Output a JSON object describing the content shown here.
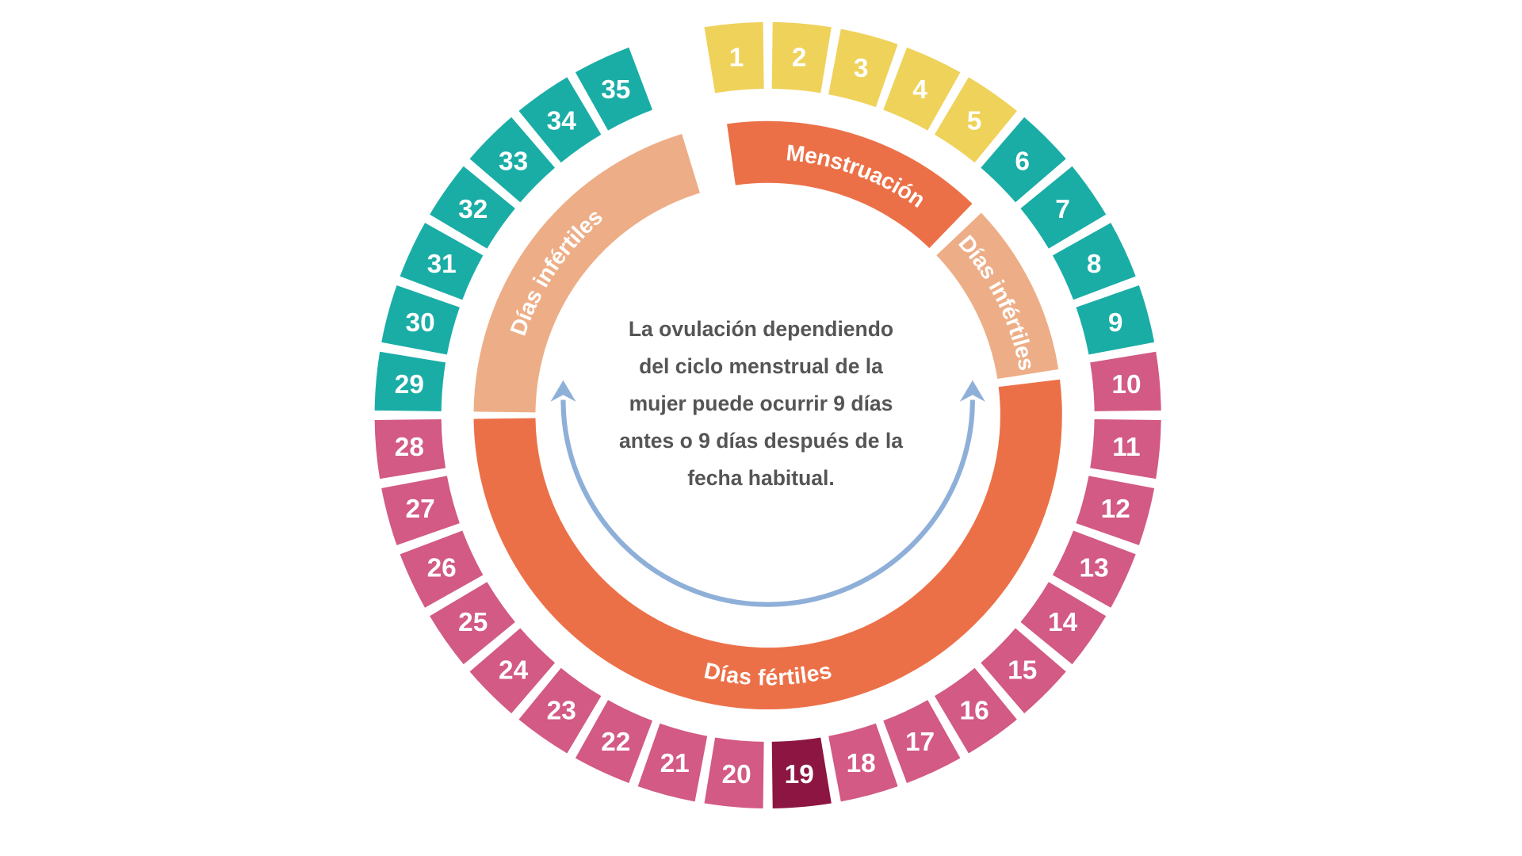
{
  "colors": {
    "menstrual": "#EFD25A",
    "infertile": "#1AADA6",
    "fertile": "#D25A84",
    "ovulation": "#8C1541",
    "phase_menstruation": "#EC7047",
    "phase_infertile": "#EDAE87",
    "phase_fertile": "#EC7047",
    "arrow": "#8EB0D8"
  },
  "days": [
    {
      "n": "1",
      "type": "menstrual"
    },
    {
      "n": "2",
      "type": "menstrual"
    },
    {
      "n": "3",
      "type": "menstrual"
    },
    {
      "n": "4",
      "type": "menstrual"
    },
    {
      "n": "5",
      "type": "menstrual"
    },
    {
      "n": "6",
      "type": "infertile"
    },
    {
      "n": "7",
      "type": "infertile"
    },
    {
      "n": "8",
      "type": "infertile"
    },
    {
      "n": "9",
      "type": "infertile"
    },
    {
      "n": "10",
      "type": "fertile"
    },
    {
      "n": "11",
      "type": "fertile"
    },
    {
      "n": "12",
      "type": "fertile"
    },
    {
      "n": "13",
      "type": "fertile"
    },
    {
      "n": "14",
      "type": "fertile"
    },
    {
      "n": "15",
      "type": "fertile"
    },
    {
      "n": "16",
      "type": "fertile"
    },
    {
      "n": "17",
      "type": "fertile"
    },
    {
      "n": "18",
      "type": "fertile"
    },
    {
      "n": "19",
      "type": "ovulation"
    },
    {
      "n": "20",
      "type": "fertile"
    },
    {
      "n": "21",
      "type": "fertile"
    },
    {
      "n": "22",
      "type": "fertile"
    },
    {
      "n": "23",
      "type": "fertile"
    },
    {
      "n": "24",
      "type": "fertile"
    },
    {
      "n": "25",
      "type": "fertile"
    },
    {
      "n": "26",
      "type": "fertile"
    },
    {
      "n": "27",
      "type": "fertile"
    },
    {
      "n": "28",
      "type": "fertile"
    },
    {
      "n": "29",
      "type": "infertile"
    },
    {
      "n": "30",
      "type": "infertile"
    },
    {
      "n": "31",
      "type": "infertile"
    },
    {
      "n": "32",
      "type": "infertile"
    },
    {
      "n": "33",
      "type": "infertile"
    },
    {
      "n": "34",
      "type": "infertile"
    },
    {
      "n": "35",
      "type": "infertile"
    }
  ],
  "phases": {
    "menstruation": "Menstruación",
    "infertile_right": "Días infértiles",
    "fertile": "Días fértiles",
    "infertile_left": "Días infértiles"
  },
  "center_text": [
    "La ovulación dependiendo",
    "del ciclo menstrual de la",
    "mujer puede ocurrir 9 días",
    "antes o 9 días después de la",
    "fecha habitual."
  ]
}
